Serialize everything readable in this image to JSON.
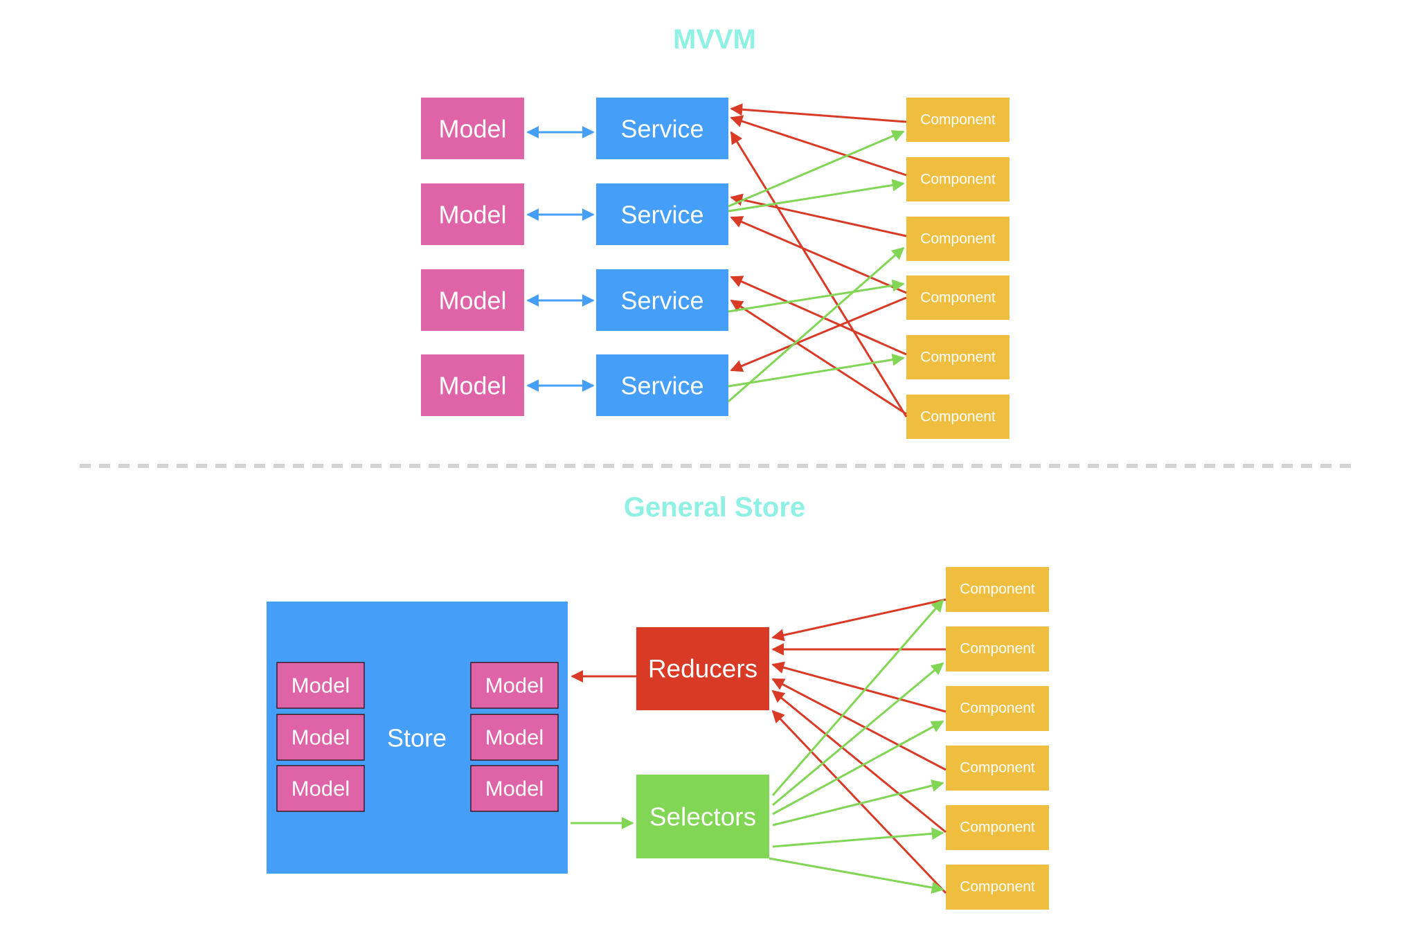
{
  "titles": {
    "mvvm": "MVVM",
    "general_store": "General Store"
  },
  "mvvm": {
    "models": [
      "Model",
      "Model",
      "Model",
      "Model"
    ],
    "services": [
      "Service",
      "Service",
      "Service",
      "Service"
    ],
    "components": [
      "Component",
      "Component",
      "Component",
      "Component",
      "Component",
      "Component"
    ]
  },
  "store_section": {
    "store_label": "Store",
    "left_models": [
      "Model",
      "Model",
      "Model"
    ],
    "right_models": [
      "Model",
      "Model",
      "Model"
    ],
    "reducers_label": "Reducers",
    "selectors_label": "Selectors",
    "components": [
      "Component",
      "Component",
      "Component",
      "Component",
      "Component",
      "Component"
    ]
  },
  "colors": {
    "title": "#8ef1e3",
    "model": "#df64a7",
    "service": "#459ff8",
    "store": "#459ff8",
    "component": "#f0be3f",
    "reducers": "#d93a25",
    "selectors": "#81d655",
    "arrow_blue": "#459ff8",
    "arrow_red": "#d93a25",
    "arrow_green": "#81d655",
    "divider": "#d3d3d3"
  }
}
